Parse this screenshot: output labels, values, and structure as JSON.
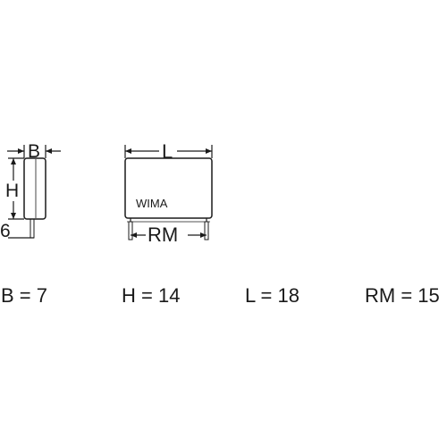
{
  "drawing": {
    "side_view": {
      "width_label": "B",
      "height_label": "H",
      "lead_label": "6"
    },
    "front_view": {
      "length_label": "L",
      "brand_text": "WIMA",
      "pitch_label": "RM"
    }
  },
  "dimensions": [
    {
      "label": "B = 7"
    },
    {
      "label": "H = 14"
    },
    {
      "label": "L = 18"
    },
    {
      "label": "RM = 15"
    }
  ],
  "colors": {
    "ink": "#1a1a1a",
    "body_fill": "#ffffff"
  }
}
